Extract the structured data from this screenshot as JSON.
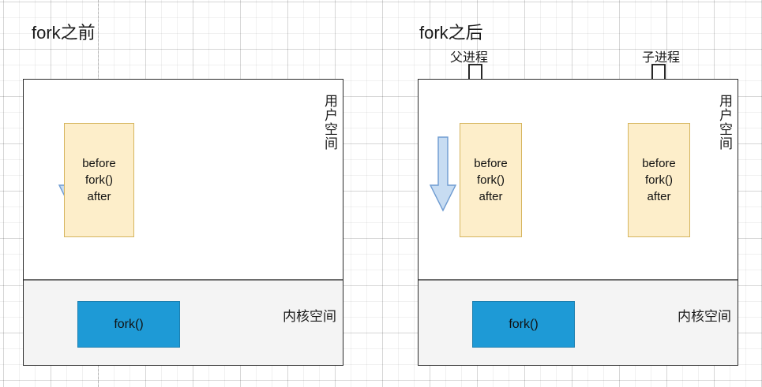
{
  "diagram": {
    "background": {
      "type": "grid-canvas",
      "grid_color": "#e8e8e8",
      "page_guide_color": "#b6b6b6"
    },
    "palette": {
      "yellow_fill": "#fdeeca",
      "yellow_stroke": "#d6b55e",
      "blue_fill": "#1e9ad6",
      "blue_stroke": "#1c7fb0",
      "kernel_fill": "#f4f4f4",
      "outline": "#2b2b2b",
      "light_arrow_fill": "#c7dcf2",
      "light_arrow_stroke": "#6e9bd1"
    },
    "panels": [
      {
        "id": "before",
        "title": "fork之前",
        "user_space_label": "用户空间",
        "kernel_space_label": "内核空间",
        "code_box": {
          "text": "before\nfork()\nafter"
        },
        "kernel_box": {
          "label": "fork()"
        },
        "flow_arrow": {
          "name": "execution-flow-arrow",
          "direction": "down"
        }
      },
      {
        "id": "after",
        "title": "fork之后",
        "user_space_label": "用户空间",
        "kernel_space_label": "内核空间",
        "process_labels": [
          {
            "id": "parent",
            "text": "父进程"
          },
          {
            "id": "child",
            "text": "子进程"
          }
        ],
        "code_boxes": [
          {
            "id": "parent-code",
            "text": "before\nfork()\nafter"
          },
          {
            "id": "child-code",
            "text": "before\nfork()\nafter"
          }
        ],
        "kernel_box": {
          "label": "fork()"
        },
        "flow_arrow": {
          "name": "execution-flow-arrow",
          "direction": "down"
        }
      }
    ]
  }
}
